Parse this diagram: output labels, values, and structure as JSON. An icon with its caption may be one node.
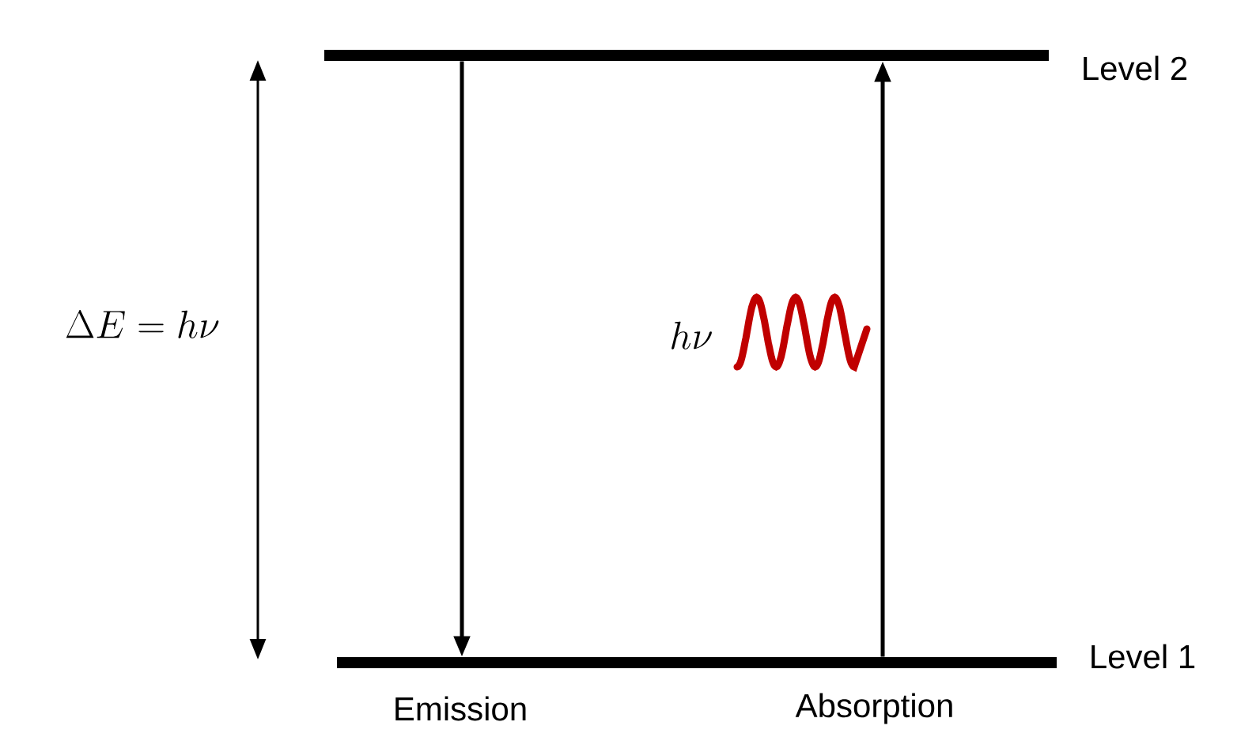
{
  "diagram": {
    "nodes": [
      {
        "text": [
          "Level 2"
        ]
      },
      {
        "text": [
          "Level 1"
        ]
      }
    ],
    "edges": [
      {
        "from": 0,
        "to": 1,
        "arrow": "to"
      },
      {
        "from": 1,
        "to": 0,
        "arrow": "to"
      }
    ],
    "labels": [
      "\\Delta E = h\\nu",
      "h\\nu",
      "Emission",
      "Absorption"
    ]
  }
}
